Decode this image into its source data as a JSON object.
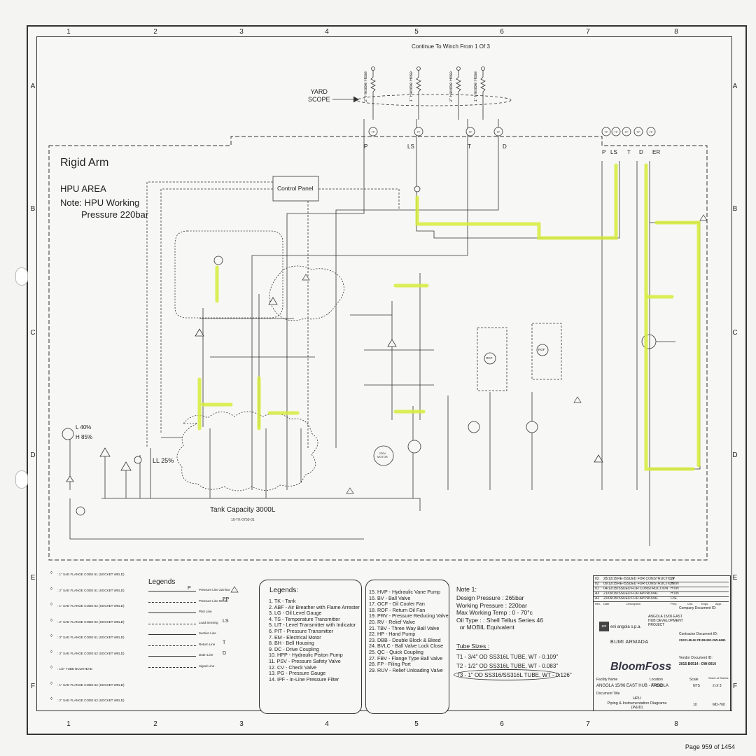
{
  "sheet": {
    "columns": [
      "1",
      "2",
      "3",
      "4",
      "5",
      "6",
      "7",
      "8"
    ],
    "rows": [
      "A",
      "B",
      "C",
      "D",
      "E",
      "F"
    ],
    "page_number": "Page 959 of 1454"
  },
  "header_note": "Continue To Winch From 1 Of 3",
  "yard_scope": "YARD\nSCOPE",
  "area": {
    "rigid_arm": "Rigid Arm",
    "hpu_area": "HPU AREA",
    "note_line1": "Note: HPU Working",
    "note_line2": "Pressure 220bar"
  },
  "control_panel": "Control Panel",
  "tank_capacity": "Tank Capacity 3000L",
  "tank_tag": "10-TK-0750-01",
  "level": {
    "low": "L  40%",
    "high": "H  85%",
    "ll": "LL  25%"
  },
  "hose_labels": [
    "2\" Flexible Hose",
    "1\" Flexible Hose",
    "2\" Flexible Hose",
    "1\" Flexible Hose"
  ],
  "tp_top": [
    "P",
    "LS",
    "T",
    "D"
  ],
  "tp_right": [
    "P",
    "LS",
    "T",
    "D",
    "ER"
  ],
  "line_legend": {
    "title": "Legends",
    "items": [
      {
        "code": "P",
        "label": "Pressure Line 220 bar"
      },
      {
        "code": "PP",
        "label": "Pressure Line 50 bar"
      },
      {
        "code": "",
        "label": "Pilot Line"
      },
      {
        "code": "LS",
        "label": "Load Sensing"
      },
      {
        "code": "",
        "label": "Suction Line"
      },
      {
        "code": "T",
        "label": "Return Line"
      },
      {
        "code": "D",
        "label": "Drain Line"
      },
      {
        "code": "",
        "label": "Signal Line"
      }
    ]
  },
  "flange_codes": [
    ": 1\" SAE FLANGE CODE 61 (SOCKET WELD)",
    ": 2\" SAE FLANGE CODE 61 (SOCKET WELD)",
    ": 1\" SAE FLANGE CODE 62 (SOCKET WELD)",
    ": 2\" SAE FLANGE CODE 62 (SOCKET WELD)",
    ": 3\" SAE FLANGE CODE 61 (SOCKET WELD)",
    ": 3\" SAE FLANGE CODE 62 (SOCKET WELD)",
    ": 1/2\" TUBE BULKHEAD",
    ": 1\" SAE FLANGE CODE 62 (SOCKET WELD)",
    ": 2\" SAE FLANGE CODE 62 (SOCKET WELD)"
  ],
  "abbr_legend": {
    "title": "Legends:",
    "col1": [
      "1. TK - Tank",
      "2. ABF - Air Breather with Flame Arrester",
      "3. LG - Oil Level Gauge",
      "4. TS - Temperature Transmitter",
      "5. LIT - Level Transmitter with Indicator",
      "6. PIT - Pressure Transmitter",
      "7. EM - Electrical Motor",
      "8. BH - Bell Housing",
      "9. DC - Drive Coupling",
      "10. HPP - Hydraulic Piston Pump",
      "11. PSV - Pressure Safety Valve",
      "12. CV - Check Valve",
      "13. PG - Pressure Gauge",
      "14. IPF - In-Line Pressure Filter"
    ],
    "col2": [
      "15. HVP - Hydraulic Vane Pump",
      "16. BV - Ball Valve",
      "17. OCF - Oil Cooler Fan",
      "18. ROF - Return Oil Fan",
      "19. PRV - Pressure Reducing Valve",
      "20. RV - Relief Valve",
      "21. TBV - Three Way Ball Valve",
      "22. HP - Hand Pump",
      "23. DBB - Double Block & Bleed",
      "24. BVLC - Ball Valve Lock Close",
      "25. QC - Quick Coupling",
      "27. FBV - Flange Type Ball Valve",
      "28. FP - Filing Port",
      "29. RUV - Relief Unloading Valve"
    ]
  },
  "note1": {
    "title": "Note 1:",
    "lines": [
      "Design Pressure : 265bar",
      "Working Pressure : 220bar",
      "Max Working Temp : 0 - 70°c",
      "Oil Type : : Shell Tellus Series 46",
      "  or MOBIL Equivalent"
    ],
    "tube_title": "Tube Sizes :",
    "tubes": [
      "T1 - 3/4\" OD SS316L TUBE, WT - 0.109\"",
      "T2 - 1/2\" OD SS316L TUBE, WT - 0.083\"",
      "T3 - 1\" OD SS316/SS316L TUBE, WT - 0.126\""
    ]
  },
  "title_block": {
    "revisions": [
      {
        "rev": "03",
        "date": "28/12/15",
        "desc": "RE-ISSUED FOR CONSTRUCTION",
        "prep": "LP"
      },
      {
        "rev": "02",
        "date": "09/12/15",
        "desc": "RE-ISSUED FOR CONSTRUCTION",
        "prep": "HTIN"
      },
      {
        "rev": "01",
        "date": "04/12/15",
        "desc": "ISSUED FOR CONSTRUCTION",
        "prep": "HTIN"
      },
      {
        "rev": "A3",
        "date": "21/09/15",
        "desc": "ISSUED FOR APPROVAL",
        "prep": "HTIN"
      },
      {
        "rev": "A2",
        "date": "22/09/15",
        "desc": "ISSUED FOR APPROVAL",
        "prep": "CSL"
      }
    ],
    "hdr": [
      "Rev.",
      "Date",
      "Description",
      "Prep.",
      "Chk.",
      "Engs.",
      "Appr."
    ],
    "company_doc": "Company Document ID:",
    "project_name": "ANGOLA 15/06 EAST HUB DEVELOPMENT PROJECT",
    "client": "eni angola s.p.a.",
    "contractor_doc_label": "Contractor Document ID:",
    "contractor_doc": "21021-BLM-78108-MG-DW-6691",
    "contractor": "BUMI ARMADA",
    "vendor_doc_label": "Vendor Document ID:",
    "vendor_doc": "2015-B0514 - DW-0010",
    "vendor": "BloomFoss",
    "facility_label": "Facility Name",
    "facility": "ANGOLA 15/06 EAST HUB - FPSO",
    "location_label": "Location",
    "location": "ANGOLA",
    "scale_label": "Scale",
    "scale": "NTS",
    "sheet_label": "Sheet of Sheets",
    "sheet": "2 of 3",
    "doc_title_label": "Document Title",
    "doc_title": "HPU\nPiping & Instrumentation Diagrams\n(P&ID)",
    "system": "10",
    "sub_sys": "MD-760"
  },
  "components": {
    "motor1": "220V\nMOTOR",
    "ocf": "OCF",
    "rof": "ROF"
  },
  "colors": {
    "highlight": "#d6ec3a",
    "ink": "#333333"
  }
}
